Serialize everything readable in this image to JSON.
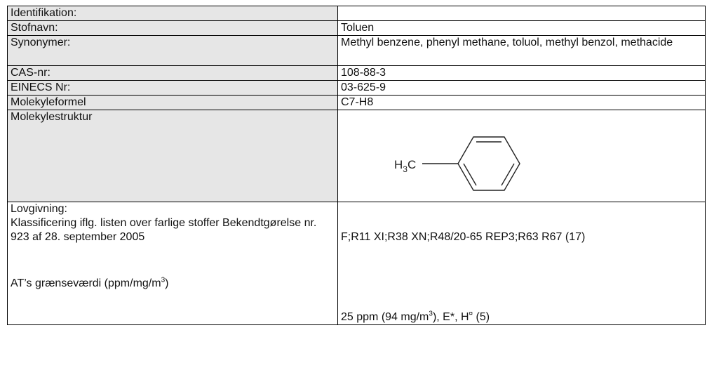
{
  "rows": {
    "identification": {
      "label": "Identifikation:",
      "value": ""
    },
    "name": {
      "label": "Stofnavn:",
      "value": "Toluen"
    },
    "synonyms": {
      "label": "Synonymer:",
      "value": "Methyl benzene, phenyl methane, toluol, methyl benzol, methacide"
    },
    "cas": {
      "label": "CAS-nr:",
      "value": "108-88-3"
    },
    "einecs": {
      "label": "EINECS Nr:",
      "value": "03-625-9"
    },
    "formula": {
      "label": "Molekyleformel",
      "value": "C7-H8"
    },
    "structure": {
      "label": "Molekylestruktur",
      "h": "H",
      "sub": "3",
      "c": "C"
    },
    "legislation": {
      "title": "Lovgivning:",
      "classification_label": "Klassificering iflg. listen over farlige stoffer Bekendtgørelse nr. 923 af 28. september 2005",
      "classification_value": "F;R11 XI;R38 XN;R48/20-65 REP3;R63 R67 (17)",
      "limit_label_text": "AT’s grænseværdi (ppm/mg/m",
      "limit_label_sup": "3",
      "limit_label_end": ")",
      "limit_value_a": "25 ppm (94 mg/m",
      "limit_value_sup1": "3",
      "limit_value_b": "), E*, H",
      "limit_value_sup2": "¤",
      "limit_value_c": " (5)"
    }
  }
}
